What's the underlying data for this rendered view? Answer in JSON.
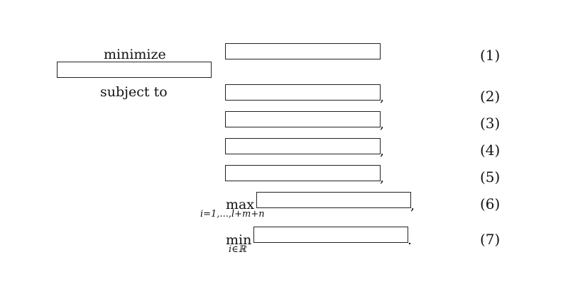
{
  "labels": {
    "minimize": "minimize",
    "subject_to": "subject to",
    "max": "max",
    "max_sub": "i=1,...,l+m+n",
    "min": "min",
    "min_sub": "i∈ℝ"
  },
  "punctuation": {
    "comma": ",",
    "period": "."
  },
  "equation_numbers": [
    "(1)",
    "(2)",
    "(3)",
    "(4)",
    "(5)",
    "(6)",
    "(7)"
  ]
}
